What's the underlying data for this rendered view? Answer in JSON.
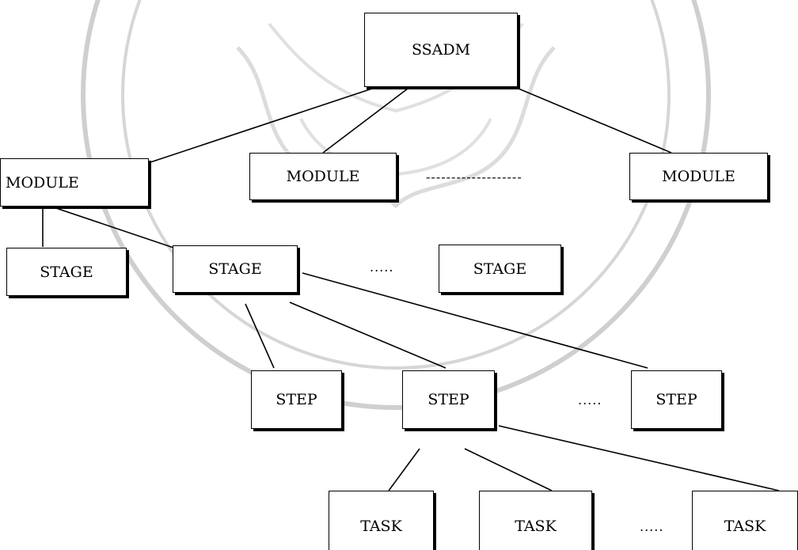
{
  "root": {
    "label": "SSADM"
  },
  "modules": [
    {
      "label": "MODULE"
    },
    {
      "label": "MODULE"
    },
    {
      "label": "MODULE"
    }
  ],
  "module_gap": {
    "label": "-------------------"
  },
  "stages": [
    {
      "label": "STAGE"
    },
    {
      "label": "STAGE"
    },
    {
      "label": "STAGE"
    }
  ],
  "stage_gap": {
    "label": "....."
  },
  "steps": [
    {
      "label": "STEP"
    },
    {
      "label": "STEP"
    },
    {
      "label": "STEP"
    }
  ],
  "step_gap": {
    "label": "....."
  },
  "tasks": [
    {
      "label": "TASK"
    },
    {
      "label": "TASK"
    },
    {
      "label": "TASK"
    }
  ],
  "task_gap": {
    "label": "....."
  },
  "colors": {
    "line": "#000000",
    "box_fill": "#ffffff",
    "watermark": "#c8c8c8"
  }
}
